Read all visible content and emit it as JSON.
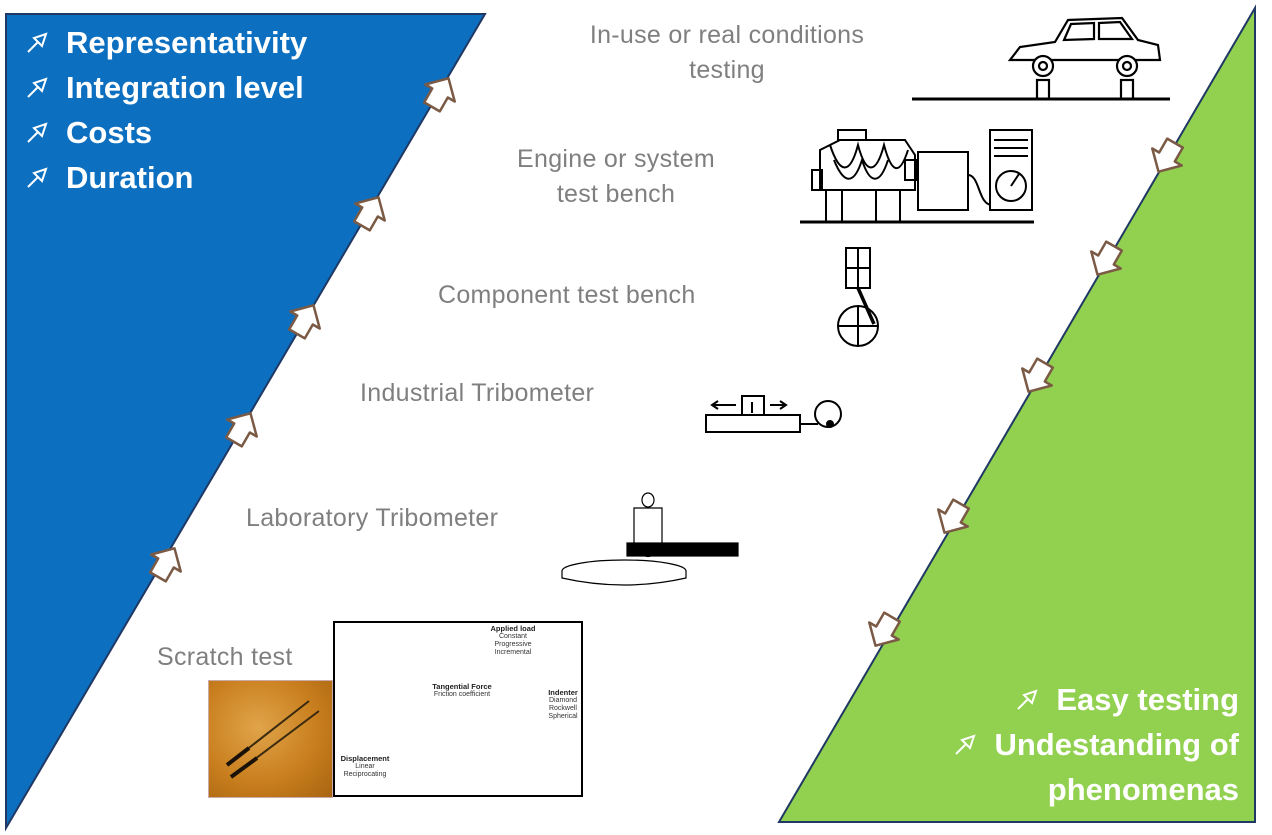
{
  "left_bullets": [
    "Representativity",
    "Integration level",
    "Costs",
    "Duration"
  ],
  "right_bullets": [
    "Easy testing",
    "Undestanding of",
    "phenomenas"
  ],
  "levels": {
    "in_use_line1": "In-use or real conditions",
    "in_use_line2": "testing",
    "engine_line1": "Engine or system",
    "engine_line2": "test bench",
    "component": "Component test bench",
    "industrial": "Industrial Tribometer",
    "laboratory": "Laboratory Tribometer",
    "scratch": "Scratch test"
  },
  "scratch_diagram": {
    "applied_load": "Applied load",
    "applied_load_sub": [
      "Constant",
      "Progressive",
      "Incremental"
    ],
    "tangential_force": "Tangential Force",
    "tangential_force_sub": "Friction coefficient",
    "indenter": "Indenter",
    "indenter_sub": [
      "Diamond",
      "Rockwell",
      "Spherical"
    ],
    "displacement": "Displacement",
    "displacement_sub": [
      "Linear",
      "Reciprocating"
    ]
  },
  "colors": {
    "blue_band": "#0d6fc0",
    "green_band": "#92d050",
    "band_border": "#1f3864",
    "label_gray": "#7f7f7f",
    "arrow_fill": "#ffffff",
    "arrow_stroke": "#7b5a45"
  },
  "icons": [
    "up-right-arrow-icon",
    "down-left-arrow-icon",
    "car-icon",
    "engine-bench-icon",
    "piston-icon",
    "tribometer-icon",
    "pin-on-disc-icon"
  ]
}
